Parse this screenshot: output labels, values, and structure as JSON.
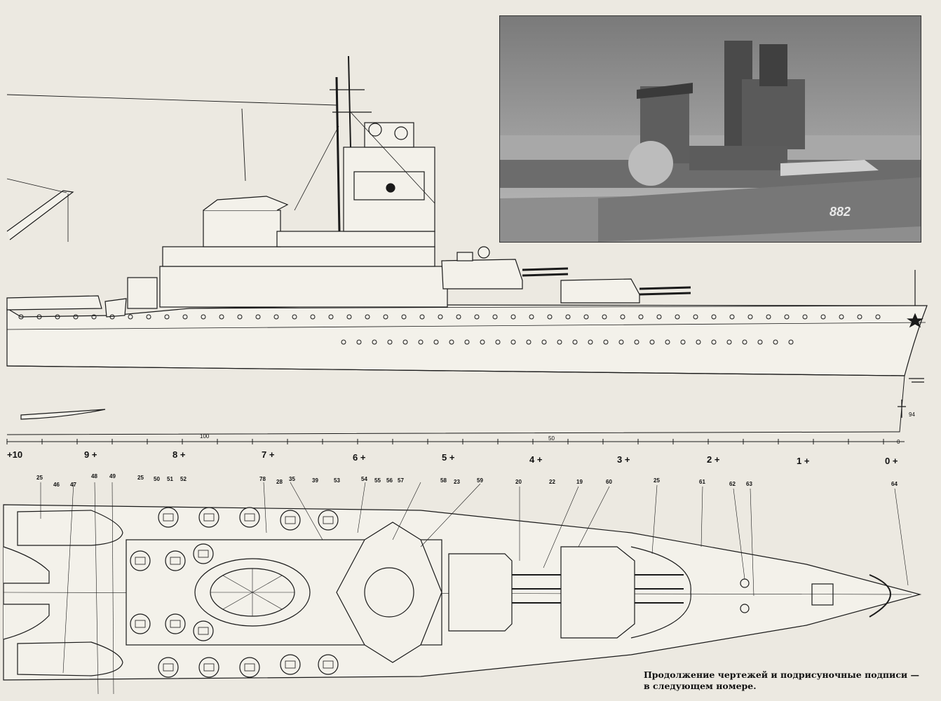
{
  "caption": {
    "line1": "Продолжение чертежей и подрисуночные подписи —",
    "line2": "в следующем номере."
  },
  "photo": {
    "hull_number": "882"
  },
  "artist_mark": "94",
  "hull_scale": {
    "ticks": [
      "100",
      "50",
      "0"
    ]
  },
  "stations": [
    "+10",
    "9 +",
    "8 +",
    "7 +",
    "6 +",
    "5 +",
    "4 +",
    "3 +",
    "2 +",
    "1 +",
    "0 +"
  ],
  "callouts": [
    "25",
    "46",
    "47",
    "48",
    "49",
    "25",
    "50",
    "51",
    "52",
    "78",
    "28",
    "35",
    "39",
    "53",
    "54",
    "55",
    "56",
    "57",
    "58",
    "23",
    "59",
    "20",
    "22",
    "19",
    "60",
    "25",
    "61",
    "62",
    "63",
    "64"
  ],
  "colors": {
    "paper": "#ece9e1",
    "ink": "#1a1a1a",
    "photo_bg": "#9b9b9b"
  }
}
